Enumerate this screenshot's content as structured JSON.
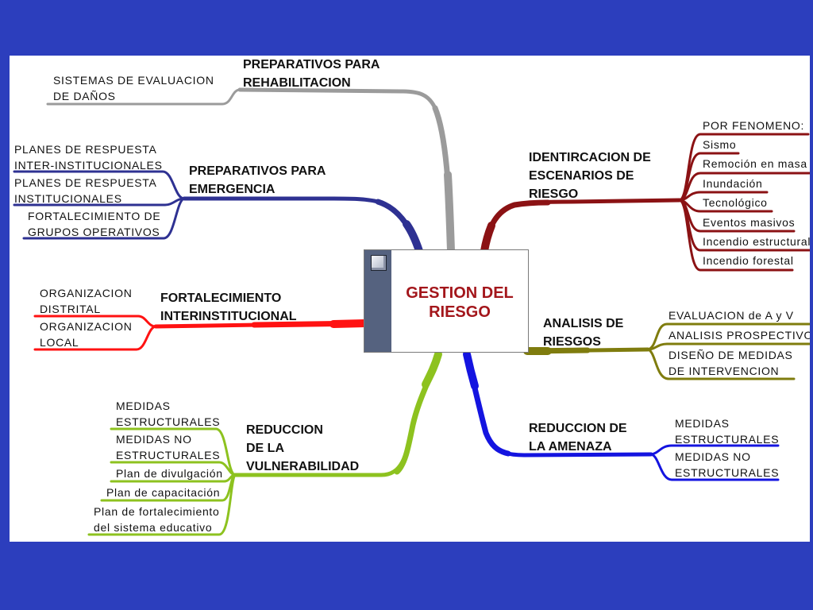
{
  "slide": {
    "background": "#2c3ebd",
    "panel_background": "#ffffff"
  },
  "center": {
    "title": [
      "GESTION DEL",
      "RIESGO"
    ],
    "title_color": "#a3161b",
    "bar_color": "#55627f",
    "icon": "square-icon"
  },
  "branches": {
    "rehabilitacion": {
      "color": "#9b9b9b",
      "label": [
        "PREPARATIVOS PARA",
        "REHABILITACION"
      ],
      "items": [
        [
          "SISTEMAS DE EVALUACION",
          "DE DAÑOS"
        ]
      ]
    },
    "emergencia": {
      "color": "#2e3192",
      "label": [
        "PREPARATIVOS PARA",
        "EMERGENCIA"
      ],
      "items": [
        [
          "PLANES DE RESPUESTA",
          "INTER-INSTITUCIONALES"
        ],
        [
          "PLANES DE RESPUESTA",
          "INSTITUCIONALES"
        ],
        [
          "FORTALECIMIENTO DE",
          "GRUPOS OPERATIVOS"
        ]
      ]
    },
    "interinstitucional": {
      "color": "#ff1212",
      "label": [
        "FORTALECIMIENTO",
        "INTERINSTITUCIONAL"
      ],
      "items": [
        [
          "ORGANIZACION",
          "DISTRITAL"
        ],
        [
          "ORGANIZACION",
          "LOCAL"
        ]
      ]
    },
    "vulnerabilidad": {
      "color": "#8dc21f",
      "label": [
        "REDUCCION",
        "DE LA",
        "VULNERABILIDAD"
      ],
      "items": [
        [
          "MEDIDAS",
          "ESTRUCTURALES"
        ],
        [
          "MEDIDAS NO",
          "ESTRUCTURALES"
        ],
        [
          "Plan de divulgación"
        ],
        [
          "Plan de capacitación"
        ],
        [
          "Plan de fortalecimiento",
          "del sistema educativo"
        ]
      ]
    },
    "escenarios": {
      "color": "#8b1214",
      "label": [
        "IDENTIRCACION DE",
        "ESCENARIOS DE",
        "RIESGO"
      ],
      "items": [
        [
          "POR FENOMENO:"
        ],
        [
          "Sismo"
        ],
        [
          "Remoción en masa"
        ],
        [
          "Inundación"
        ],
        [
          "Tecnológico"
        ],
        [
          "Eventos masivos"
        ],
        [
          "Incendio estructural"
        ],
        [
          "Incendio forestal"
        ]
      ]
    },
    "analisis": {
      "color": "#7f7c0e",
      "label": [
        "ANALISIS DE",
        "RIESGOS"
      ],
      "items": [
        [
          "EVALUACION de A y V"
        ],
        [
          "ANALISIS PROSPECTIVO"
        ],
        [
          "DISEÑO DE MEDIDAS",
          "DE INTERVENCION"
        ]
      ]
    },
    "amenaza": {
      "color": "#1414e0",
      "label": [
        "REDUCCION DE",
        "LA AMENAZA"
      ],
      "items": [
        [
          "MEDIDAS",
          "ESTRUCTURALES"
        ],
        [
          "MEDIDAS NO",
          "ESTRUCTURALES"
        ]
      ]
    }
  }
}
